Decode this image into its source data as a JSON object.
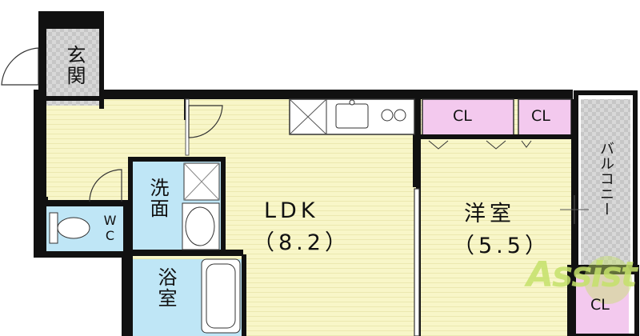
{
  "rooms": {
    "genkan": "玄関",
    "ldk_name": "LDK",
    "ldk_size": "（8.2）",
    "yoshitsu_name": "洋室",
    "yoshitsu_size": "（5.5）",
    "senmen": "洗面",
    "yokushitsu": "浴室",
    "wc": "WC",
    "balcony": "バルコニー",
    "cl_1": "CL",
    "cl_2": "CL",
    "cl_3": "CL"
  },
  "colors": {
    "floor": "#f8f6c8",
    "closet": "#f3c9ee",
    "wet": "#bfe6f6",
    "balcony": "#d9d9d9",
    "wall": "#111111"
  },
  "watermark": {
    "logo_text": "Assist"
  }
}
